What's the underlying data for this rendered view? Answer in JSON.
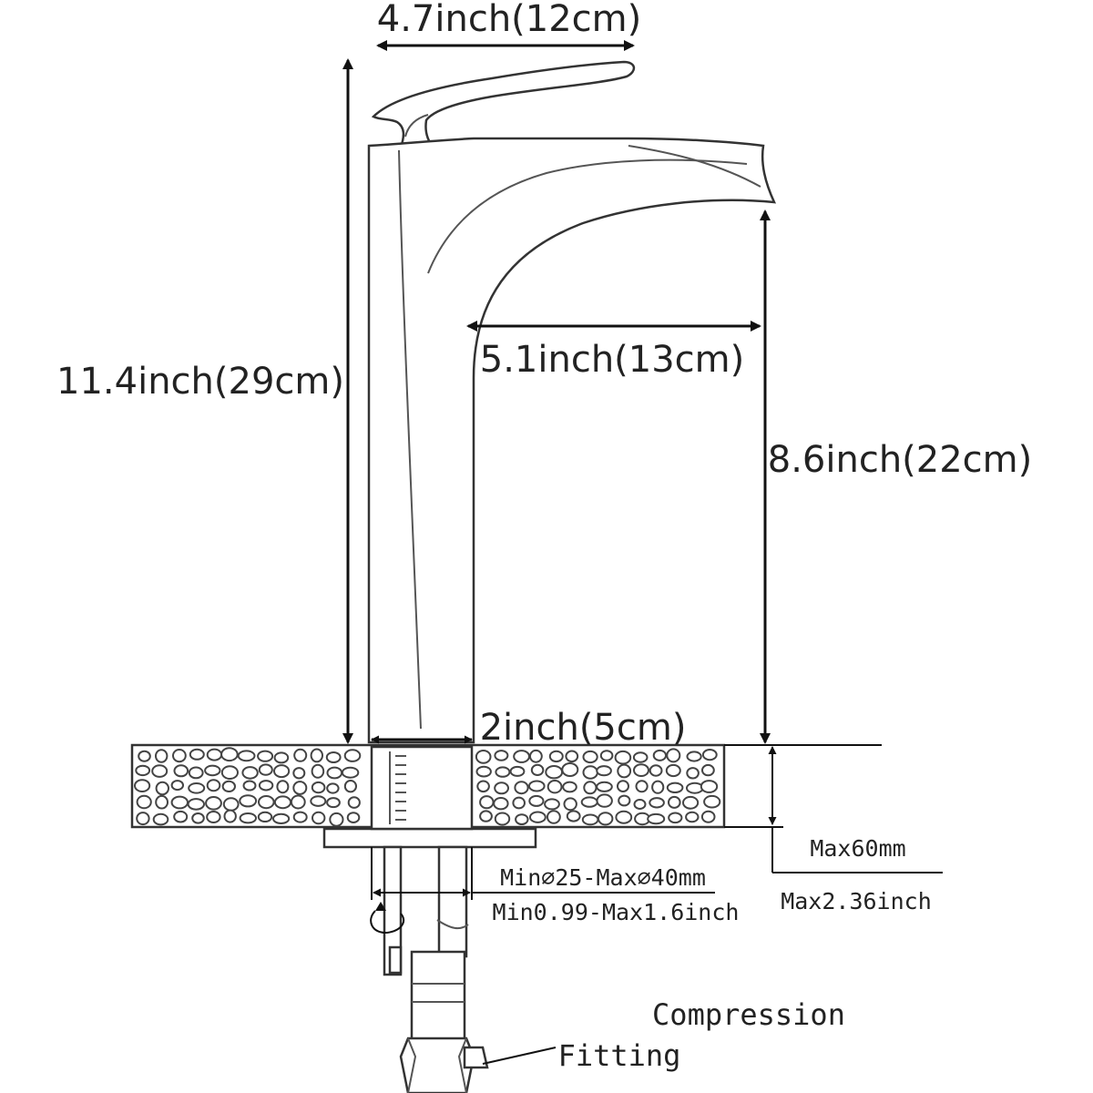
{
  "dimensions": {
    "handle_width": "4.7inch(12cm)",
    "total_height": "11.4inch(29cm)",
    "spout_reach": "5.1inch(13cm)",
    "spout_height": "8.6inch(22cm)",
    "base_diameter": "2inch(5cm)"
  },
  "installation": {
    "deck_thickness_mm": "Max60mm",
    "deck_thickness_inch": "Max2.36inch",
    "hole_diameter_mm": "Min⌀25-Max⌀40mm",
    "hole_diameter_inch": "Min0.99-Max1.6inch"
  },
  "fitting": {
    "line1": "Compression",
    "line2": "Fitting"
  },
  "colors": {
    "line": "#111111",
    "text": "#222222",
    "faucet_outline": "#333333",
    "stone": "#444444"
  }
}
